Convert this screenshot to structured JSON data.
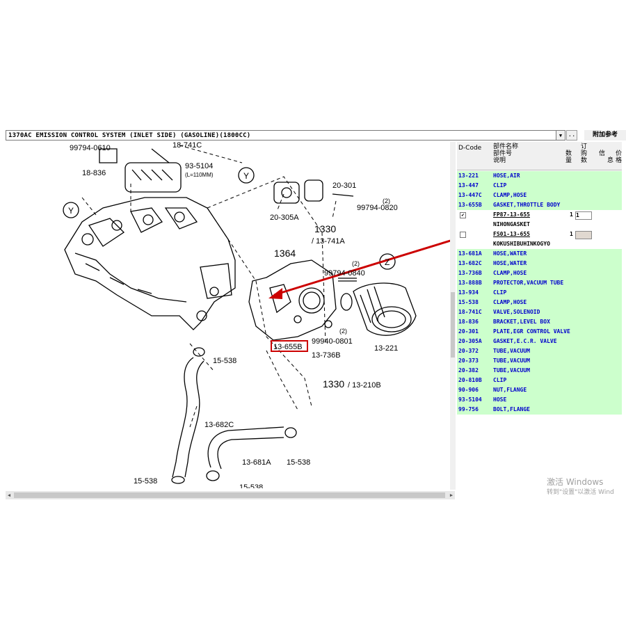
{
  "toolbar": {
    "combo_value": "1370AC  EMISSION CONTROL SYSTEM (INLET SIDE) (GASOLINE)(1800CC)",
    "combo_arrow": "▼",
    "dots_label": "..",
    "help_label": "附加参考"
  },
  "diagram": {
    "labels": {
      "l1": "99794-0610",
      "l2": "18-741C",
      "l3": "18-836",
      "l4": "93-5104",
      "l5": "(L=110MM)",
      "l6": "Y",
      "l7": "Y",
      "l8": "20-301",
      "l9": "(2)",
      "l10": "99794-0820",
      "l11": "20-305A",
      "l12": "1330",
      "l13": "/ 13-741A",
      "l14": "1364",
      "l15": "Z",
      "l16": "(2)",
      "l17": "99794-0840",
      "l18": "13-655B",
      "l19": "(2)",
      "l20": "99940-0801",
      "l21": "13-736B",
      "l22": "13-221",
      "l23": "15-538",
      "l24": "1330",
      "l25": "/ 13-210B",
      "l26": "13-682C",
      "l27": "13-681A",
      "l28": "15-538",
      "l29": "15-538",
      "l30": "15-538"
    }
  },
  "parts": {
    "headers": {
      "dcode": "D-Code",
      "name_line1": "部件名称",
      "name_line2": "部件号",
      "name_line3": "说明",
      "qty_line1": "数",
      "qty_line2": "量",
      "order_line1": "订",
      "order_line2": "购",
      "order_line3": "数",
      "info_line1": "信",
      "info_line2": "息",
      "price_line1": "价",
      "price_line2": "格"
    },
    "rows": [
      {
        "code": "13-221",
        "name": "HOSE,AIR",
        "bg": "green"
      },
      {
        "code": "13-447",
        "name": "CLIP",
        "bg": "green"
      },
      {
        "code": "13-447C",
        "name": "CLAMP,HOSE",
        "bg": "green"
      },
      {
        "code": "13-655B",
        "name": "GASKET,THROTTLE BODY",
        "bg": "green"
      }
    ],
    "sub": {
      "check1": "✔",
      "part1": "FP87-13-655",
      "qty1": "1",
      "order1": "1",
      "maker1": "NIHONGASKET",
      "part2": "FS01-13-655",
      "qty2": "1",
      "maker2": "KOKUSHIBUHINKOGYO"
    },
    "rows2": [
      {
        "code": "13-681A",
        "name": "HOSE,WATER"
      },
      {
        "code": "13-682C",
        "name": "HOSE,WATER"
      },
      {
        "code": "13-736B",
        "name": "CLAMP,HOSE"
      },
      {
        "code": "13-888B",
        "name": "PROTECTOR,VACUUM TUBE"
      },
      {
        "code": "13-934",
        "name": "CLIP"
      },
      {
        "code": "15-538",
        "name": "CLAMP,HOSE"
      },
      {
        "code": "18-741C",
        "name": "VALVE,SOLENOID"
      },
      {
        "code": "18-836",
        "name": "BRACKET,LEVEL BOX"
      },
      {
        "code": "20-301",
        "name": "PLATE,EGR CONTROL VALVE"
      },
      {
        "code": "20-305A",
        "name": "GASKET,E.C.R. VALVE"
      },
      {
        "code": "20-372",
        "name": "TUBE,VACUUM"
      },
      {
        "code": "20-373",
        "name": "TUBE,VACUUM"
      },
      {
        "code": "20-382",
        "name": "TUBE,VACUUM"
      },
      {
        "code": "20-810B",
        "name": "CLIP"
      },
      {
        "code": "90-906",
        "name": "NUT,FLANGE"
      },
      {
        "code": "93-5104",
        "name": "HOSE"
      },
      {
        "code": "99-756",
        "name": "BOLT,FLANGE"
      }
    ]
  },
  "os": {
    "watermark_line1": "激活 Windows",
    "watermark_line2": "转到\"设置\"以激活 Wind"
  },
  "colors": {
    "row_green": "#ccffcc",
    "code_blue": "#0000cc",
    "callout_red": "#cc0000"
  }
}
